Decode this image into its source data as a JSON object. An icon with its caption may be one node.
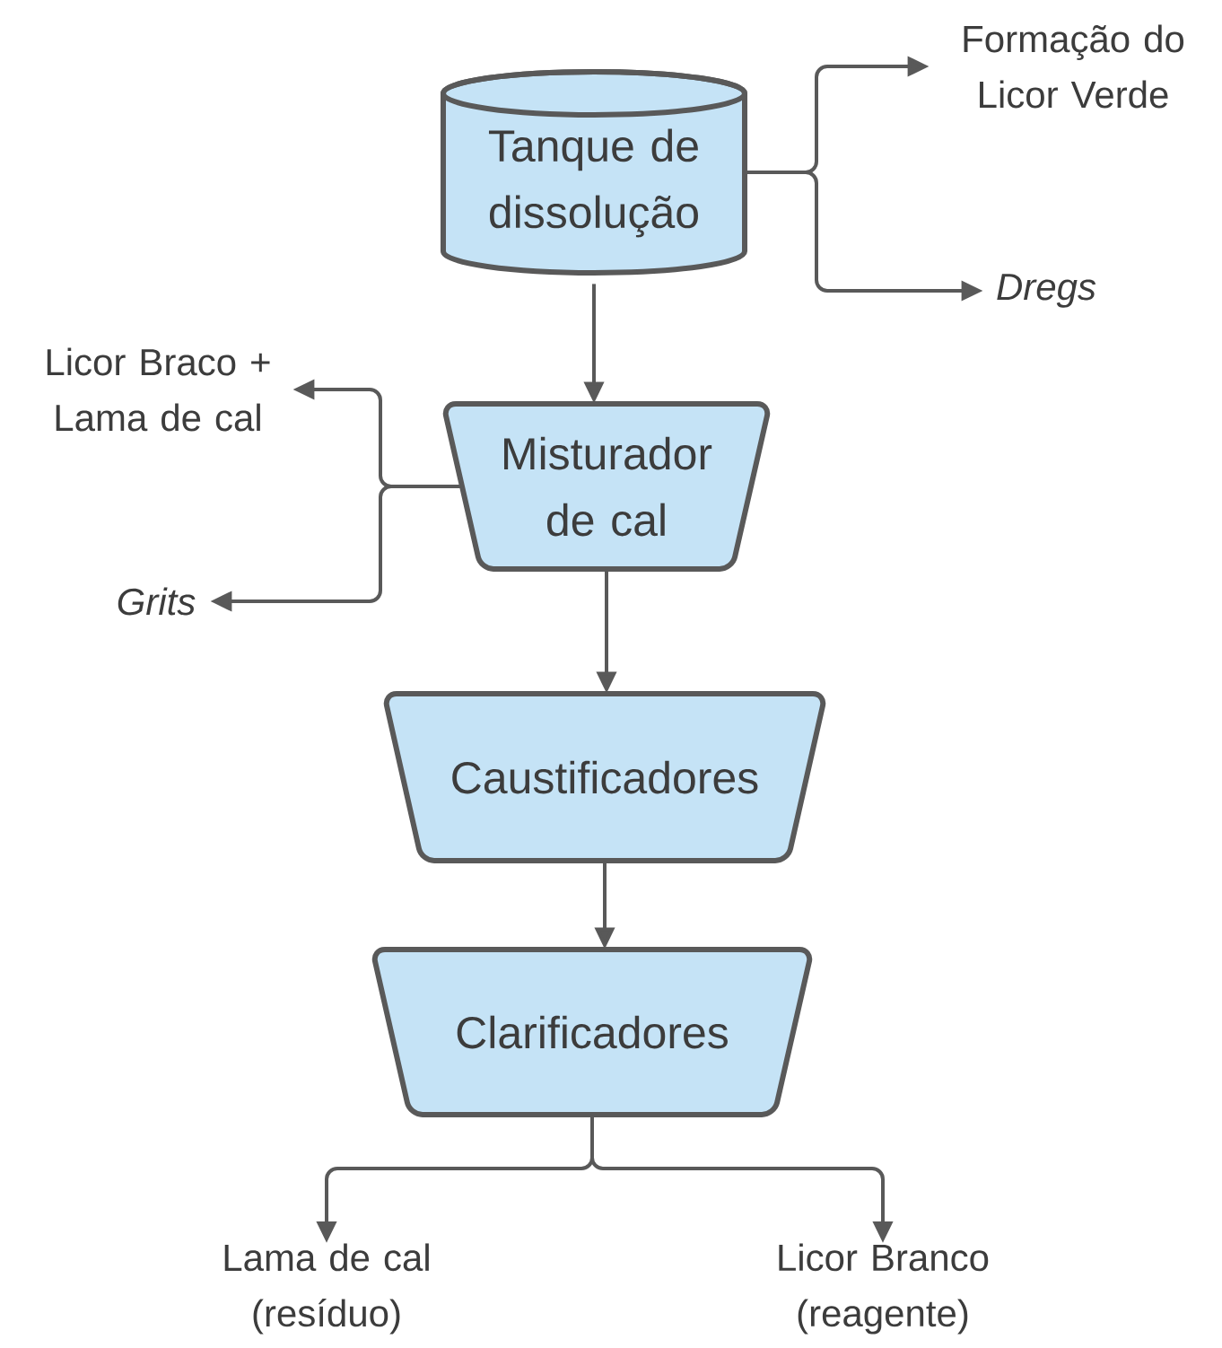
{
  "diagram": {
    "nodes": [
      {
        "text": [
          "Tanque de dissolução"
        ]
      },
      {
        "text": [
          "Formação do Licor Verde"
        ]
      },
      {
        "text": [
          "Dregs"
        ]
      },
      {
        "text": [
          "Misturador de cal"
        ]
      },
      {
        "text": [
          "Licor Braco + Lama de cal"
        ]
      },
      {
        "text": [
          "Grits"
        ]
      },
      {
        "text": [
          "Caustificadores"
        ]
      },
      {
        "text": [
          "Clarificadores"
        ]
      },
      {
        "text": [
          "Lama de cal (resíduo)"
        ]
      },
      {
        "text": [
          "Licor Branco (reagente)"
        ]
      }
    ],
    "edges": [
      {
        "from": 0,
        "to": 1,
        "arrow": "to"
      },
      {
        "from": 0,
        "to": 2,
        "arrow": "to"
      },
      {
        "from": 0,
        "to": 3,
        "arrow": "to"
      },
      {
        "from": 3,
        "to": 4,
        "arrow": "to"
      },
      {
        "from": 3,
        "to": 5,
        "arrow": "to"
      },
      {
        "from": 3,
        "to": 6,
        "arrow": "to"
      },
      {
        "from": 6,
        "to": 7,
        "arrow": "to"
      },
      {
        "from": 7,
        "to": 8,
        "arrow": "to"
      },
      {
        "from": 7,
        "to": 9,
        "arrow": "to"
      }
    ]
  }
}
